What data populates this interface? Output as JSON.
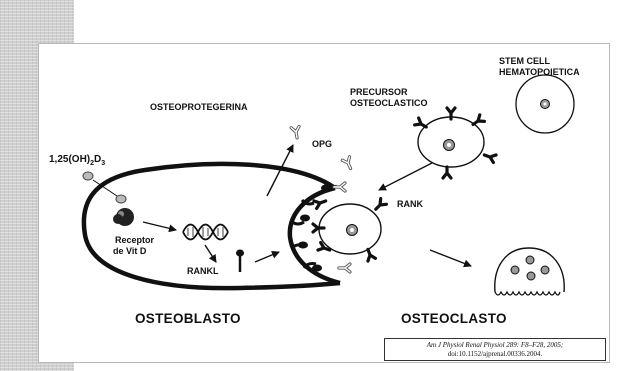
{
  "labels": {
    "stem_cell": "STEM CELL",
    "hematopoietica": "HEMATOPOIETICA",
    "precursor": "PRECURSOR",
    "osteoclastico": "OSTEOCLASTICO",
    "osteoprotegerina": "OSTEOPROTEGERINA",
    "opg": "OPG",
    "vitd_main": "1,25(OH)",
    "vitd_sub2": "2",
    "vitd_d": "D",
    "vitd_sub3": "3",
    "rank": "RANK",
    "receptor_line1": "Receptor",
    "receptor_line2": "de Vit D",
    "rankl": "RANKL",
    "osteoblasto": "OSTEOBLASTO",
    "osteoclasto": "OSTEOCLASTO"
  },
  "citation": {
    "line1": "Am J Physiol Renal Physiol 289: F8–F28, 2005;",
    "line2": "doi:10.1152/ajprenal.00336.2004."
  }
}
